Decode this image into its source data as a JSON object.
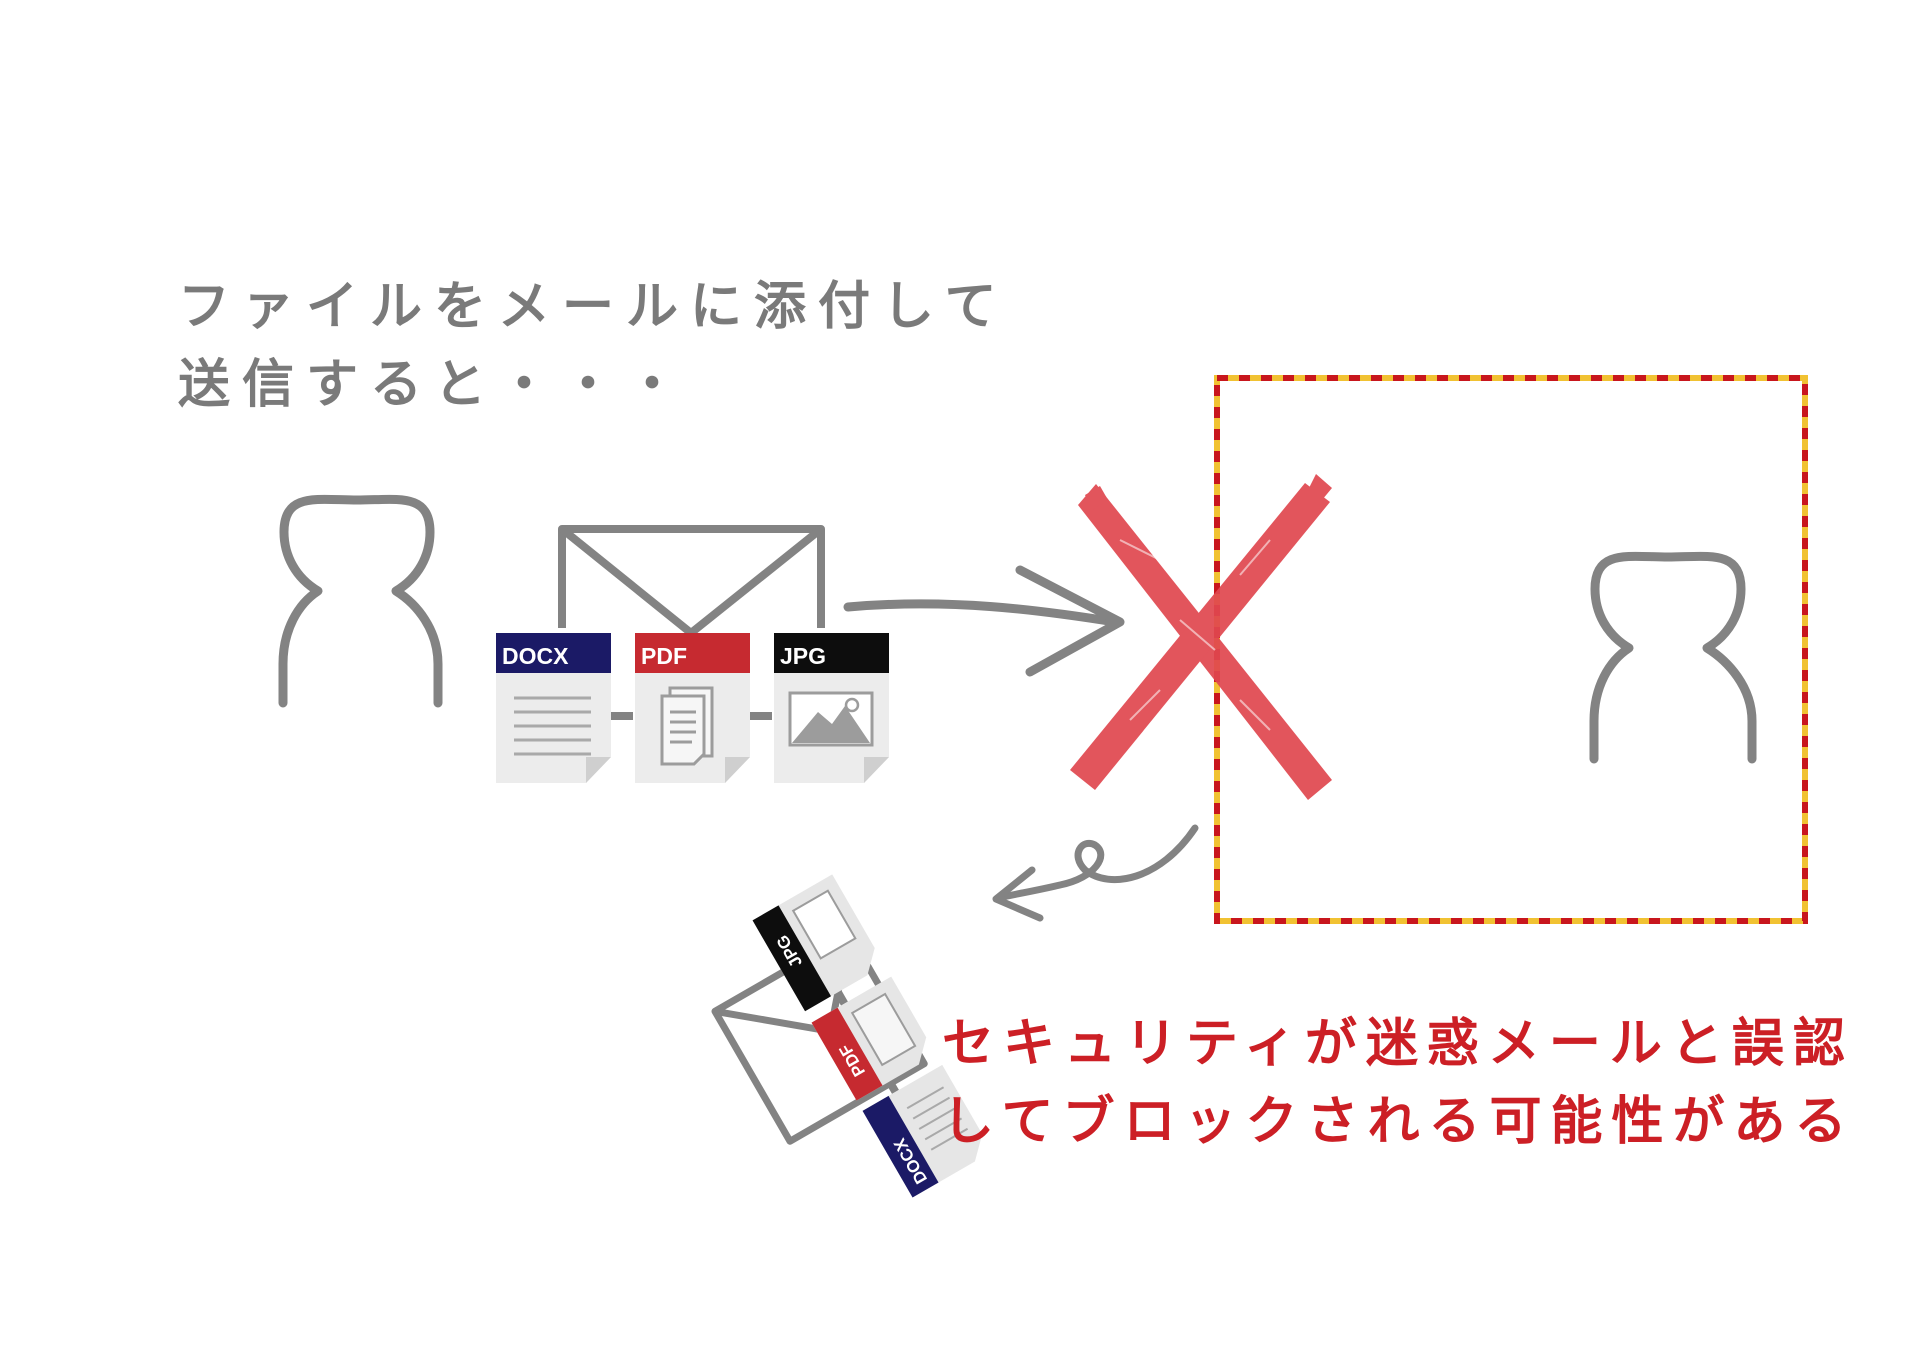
{
  "intro_text": {
    "line1": "ファイルをメールに添付して",
    "line2": "送信すると・・・"
  },
  "warning_text": {
    "line1": "セキュリティが迷惑メールと誤認",
    "line2": "してブロックされる可能性がある"
  },
  "attachments": [
    {
      "label": "DOCX",
      "color": "#1b1a66"
    },
    {
      "label": "PDF",
      "color": "#c62a30"
    },
    {
      "label": "JPG",
      "color": "#0d0d0d"
    }
  ],
  "colors": {
    "icon_gray": "#838383",
    "cross_red": "#e0474f",
    "warning_red": "#cc1f25",
    "border_red": "#c8161d",
    "border_yellow": "#f1c232"
  },
  "icons": [
    "sender-person-icon",
    "envelope-icon",
    "arrow-right-icon",
    "block-cross-icon",
    "recipient-person-icon",
    "bounce-arrow-icon"
  ]
}
